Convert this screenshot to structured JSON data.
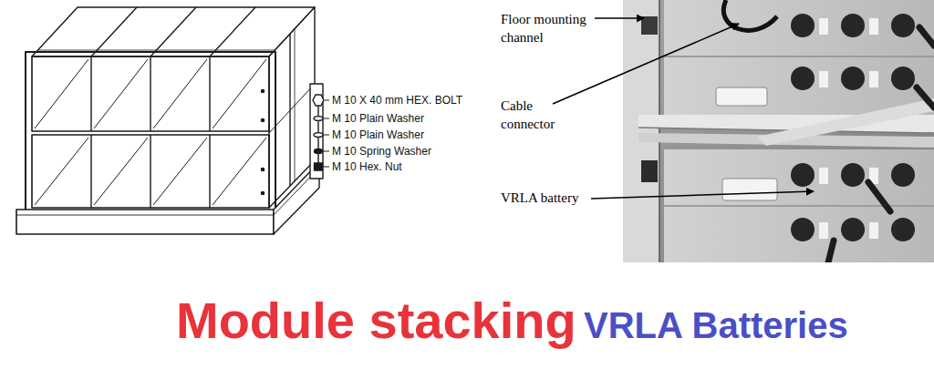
{
  "diagram": {
    "title": "Module stacking",
    "labels": [
      "M 10 X 40 mm HEX. BOLT",
      "M 10 Plain Washer",
      "M 10 Plain Washer",
      "M 10 Spring Washer",
      "M 10 Hex. Nut",
      "Floor mounting channel",
      "Cable connector",
      "VRLA battery",
      "VRLA Batteries"
    ]
  }
}
